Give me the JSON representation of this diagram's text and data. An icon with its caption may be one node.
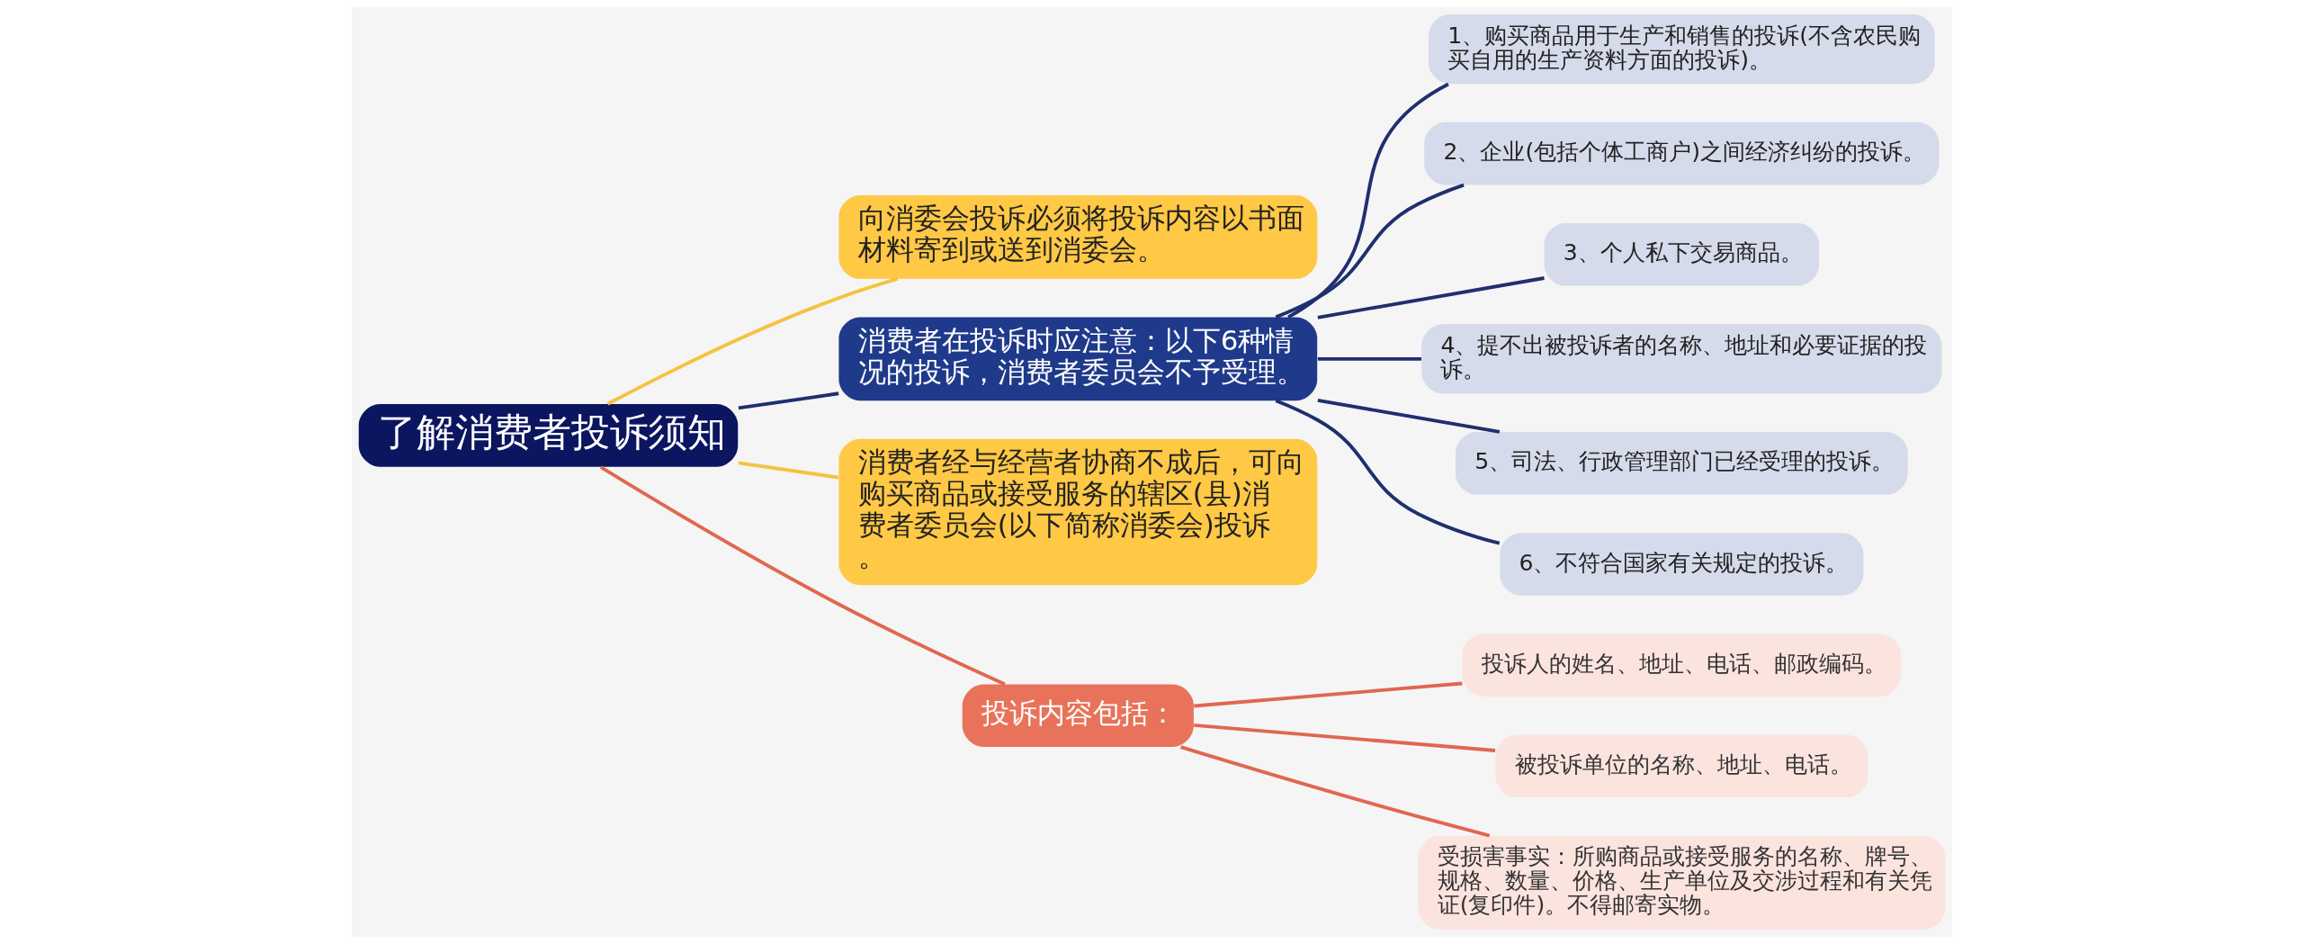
{
  "diagram": {
    "nodes": [
      {
        "text": [
          "了解消费者投诉须知"
        ]
      },
      {
        "text": [
          "向消委会投诉必须将投诉内容以书面材料寄到或送到消委会。"
        ]
      },
      {
        "text": [
          "消费者在投诉时应注意：以下6种情况的投诉，消费者委员会不予受理。"
        ]
      },
      {
        "text": [
          "1、购买商品用于生产和销售的投诉(不含农民购买自用的生产资料方面的投诉)。"
        ]
      },
      {
        "text": [
          "2、企业(包括个体工商户)之间经济纠纷的投诉。"
        ]
      },
      {
        "text": [
          "3、个人私下交易商品。"
        ]
      },
      {
        "text": [
          "4、提不出被投诉者的名称、地址和必要证据的投诉。"
        ]
      },
      {
        "text": [
          "5、司法、行政管理部门已经受理的投诉。"
        ]
      },
      {
        "text": [
          "6、不符合国家有关规定的投诉。"
        ]
      },
      {
        "text": [
          "消费者经与经营者协商不成后，可向购买商品或接受服务的辖区(县)消费者委员会(以下简称消委会)投诉。"
        ]
      },
      {
        "text": [
          "投诉内容包括："
        ]
      },
      {
        "text": [
          "投诉人的姓名、地址、电话、邮政编码。"
        ]
      },
      {
        "text": [
          "被投诉单位的名称、地址、电话。"
        ]
      },
      {
        "text": [
          "受损害事实：所购商品或接受服务的名称、牌号、规格、数量、价格、生产单位及交涉过程和有关凭证(复印件)。不得邮寄实物。"
        ]
      }
    ],
    "edges": [
      {
        "from": 0,
        "to": 1,
        "arrow": "none",
        "color": "#f5c342"
      },
      {
        "from": 0,
        "to": 2,
        "arrow": "none"
      },
      {
        "from": 2,
        "to": 3,
        "arrow": "none"
      },
      {
        "from": 2,
        "to": 4,
        "arrow": "none"
      },
      {
        "from": 2,
        "to": 5,
        "arrow": "none"
      },
      {
        "from": 2,
        "to": 6,
        "arrow": "none"
      },
      {
        "from": 2,
        "to": 7,
        "arrow": "none"
      },
      {
        "from": 2,
        "to": 8,
        "arrow": "none"
      },
      {
        "from": 0,
        "to": 9,
        "arrow": "none",
        "color": "#f5c342"
      },
      {
        "from": 0,
        "to": 10,
        "arrow": "none",
        "color": "#e0674f"
      },
      {
        "from": 10,
        "to": 11,
        "arrow": "none",
        "color": "#e0674f"
      },
      {
        "from": 10,
        "to": 12,
        "arrow": "none",
        "color": "#e0674f"
      },
      {
        "from": 10,
        "to": 13,
        "arrow": "none",
        "color": "#e0674f"
      }
    ]
  }
}
